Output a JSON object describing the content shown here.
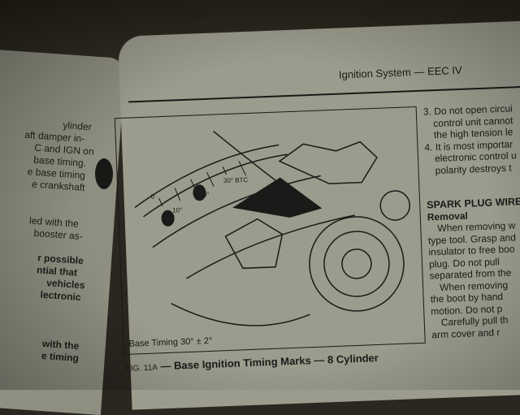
{
  "left_page": {
    "lines": [
      {
        "text": "ylinder",
        "bold": false
      },
      {
        "text": "aft damper in-",
        "bold": false
      },
      {
        "text": "C and IGN on",
        "bold": false
      },
      {
        "text": "base timing.",
        "bold": false
      },
      {
        "text": "e base timing",
        "bold": false
      },
      {
        "text": "e crankshaft",
        "bold": false
      },
      {
        "text": "",
        "bold": false
      },
      {
        "text": "",
        "bold": false
      },
      {
        "text": "led with the",
        "bold": false
      },
      {
        "text": "booster as-",
        "bold": false
      },
      {
        "text": "",
        "bold": false
      },
      {
        "text": "r possible",
        "bold": true
      },
      {
        "text": "ntial that",
        "bold": true
      },
      {
        "text": "vehicles",
        "bold": true
      },
      {
        "text": "lectronic",
        "bold": true
      },
      {
        "text": "",
        "bold": false
      },
      {
        "text": "",
        "bold": false
      },
      {
        "text": "",
        "bold": false
      },
      {
        "text": "with the",
        "bold": true
      },
      {
        "text": "e timing",
        "bold": true
      }
    ]
  },
  "right_page": {
    "header": "Ignition System — EEC IV",
    "figure": {
      "scale_labels": [
        "0",
        "10°",
        "20°",
        "30° BTC"
      ],
      "label": "Base Timing 30° ± 2°",
      "caption_prefix": "FIG. 11A",
      "caption": " — Base Ignition Timing Marks — 8 Cylinder"
    },
    "column": {
      "items": [
        "3. Do not open circui",
        "control unit cannot",
        "the high tension le",
        "4. It is most importar",
        "electronic control u",
        "polarity destroys t"
      ],
      "section_heading": "SPARK PLUG WIRE",
      "sub_heading": "Removal",
      "paragraph": [
        "When removing w",
        "type tool. Grasp and",
        "insulator to free boo",
        "plug. Do not pull",
        "separated from the",
        "When removing",
        "the boot by hand",
        "motion. Do not p",
        "Carefully pull th",
        "arm cover and r"
      ]
    }
  }
}
